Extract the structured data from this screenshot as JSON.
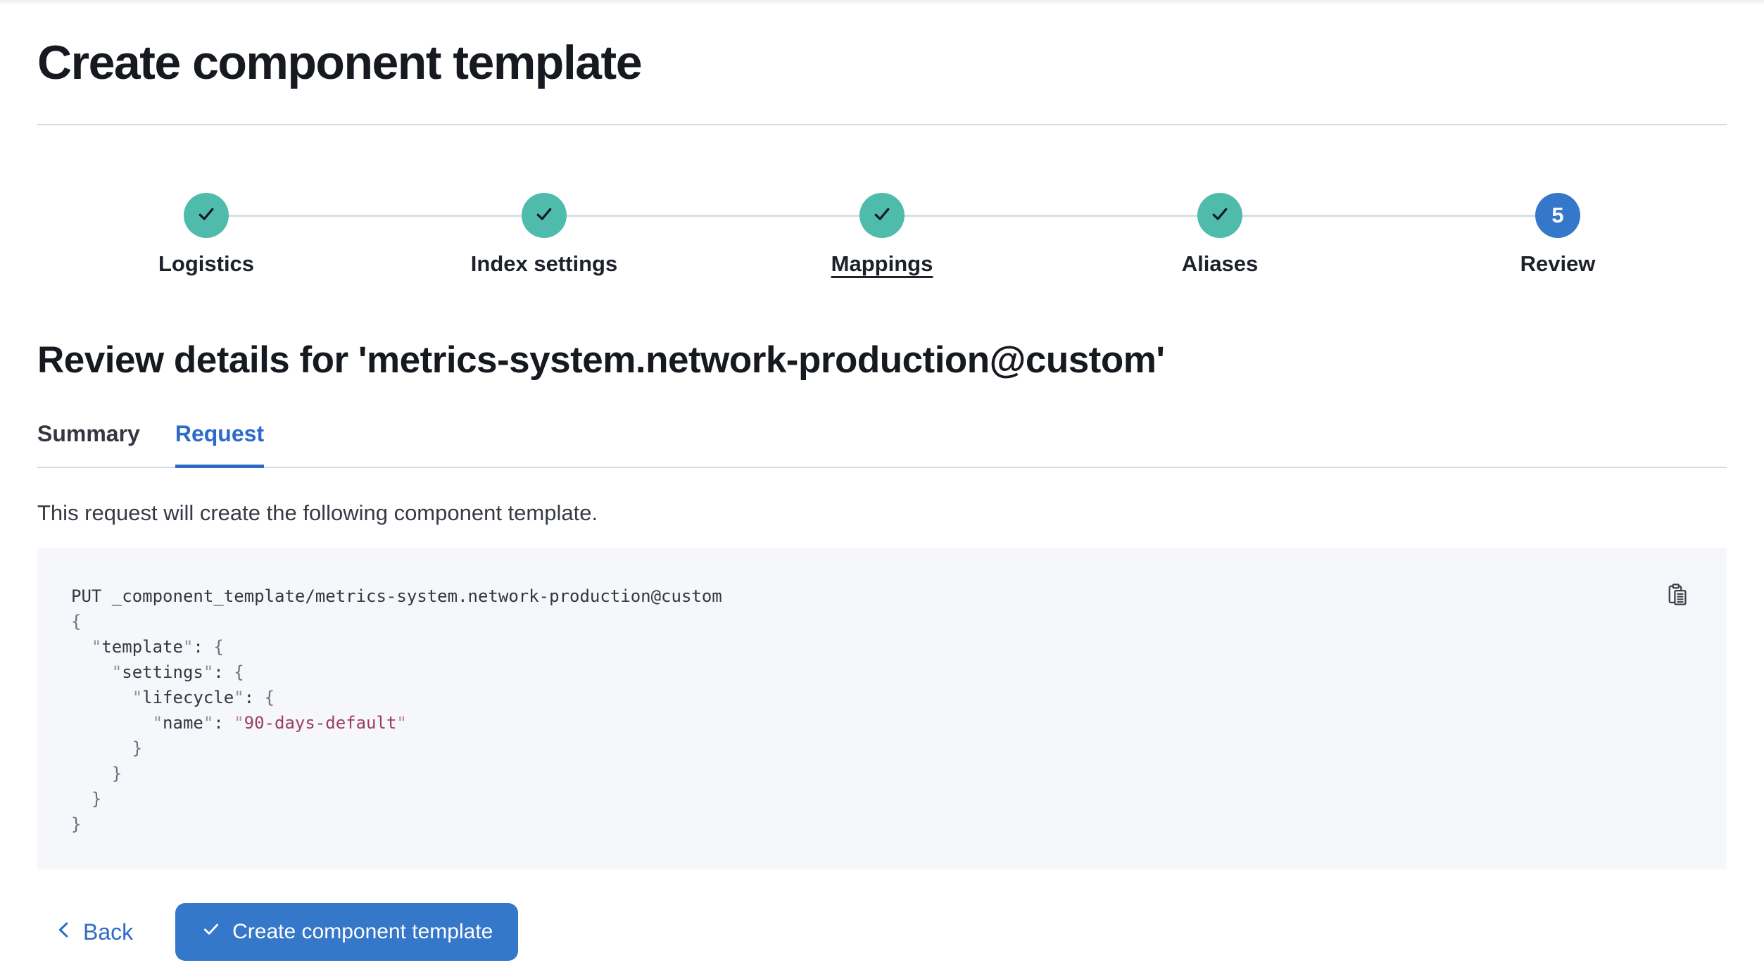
{
  "page": {
    "title": "Create component template"
  },
  "stepper": {
    "steps": [
      {
        "label": "Logistics",
        "status": "complete",
        "icon": "check-icon"
      },
      {
        "label": "Index settings",
        "status": "complete",
        "icon": "check-icon"
      },
      {
        "label": "Mappings",
        "status": "complete",
        "icon": "check-icon",
        "underlined": true
      },
      {
        "label": "Aliases",
        "status": "complete",
        "icon": "check-icon"
      },
      {
        "label": "Review",
        "status": "current",
        "number": "5"
      }
    ]
  },
  "review": {
    "heading": "Review details for 'metrics-system.network-production@custom'",
    "tabs": [
      {
        "label": "Summary",
        "active": false
      },
      {
        "label": "Request",
        "active": true
      }
    ],
    "description": "This request will create the following component template."
  },
  "code_block": {
    "copy_icon": "copy-clipboard-icon",
    "lines": [
      [
        {
          "t": "PUT _component_template/metrics-system.network-production@custom",
          "c": "k"
        }
      ],
      [
        {
          "t": "{",
          "c": "p"
        }
      ],
      [
        {
          "t": "  ",
          "c": "k"
        },
        {
          "t": "\"",
          "c": "q"
        },
        {
          "t": "template",
          "c": "k"
        },
        {
          "t": "\"",
          "c": "q"
        },
        {
          "t": ": ",
          "c": "k"
        },
        {
          "t": "{",
          "c": "p"
        }
      ],
      [
        {
          "t": "    ",
          "c": "k"
        },
        {
          "t": "\"",
          "c": "q"
        },
        {
          "t": "settings",
          "c": "k"
        },
        {
          "t": "\"",
          "c": "q"
        },
        {
          "t": ": ",
          "c": "k"
        },
        {
          "t": "{",
          "c": "p"
        }
      ],
      [
        {
          "t": "      ",
          "c": "k"
        },
        {
          "t": "\"",
          "c": "q"
        },
        {
          "t": "lifecycle",
          "c": "k"
        },
        {
          "t": "\"",
          "c": "q"
        },
        {
          "t": ": ",
          "c": "k"
        },
        {
          "t": "{",
          "c": "p"
        }
      ],
      [
        {
          "t": "        ",
          "c": "k"
        },
        {
          "t": "\"",
          "c": "q"
        },
        {
          "t": "name",
          "c": "k"
        },
        {
          "t": "\"",
          "c": "q"
        },
        {
          "t": ": ",
          "c": "k"
        },
        {
          "t": "\"",
          "c": "sq"
        },
        {
          "t": "90-days-default",
          "c": "s"
        },
        {
          "t": "\"",
          "c": "sq"
        }
      ],
      [
        {
          "t": "      ",
          "c": "k"
        },
        {
          "t": "}",
          "c": "p"
        }
      ],
      [
        {
          "t": "    ",
          "c": "k"
        },
        {
          "t": "}",
          "c": "p"
        }
      ],
      [
        {
          "t": "  ",
          "c": "k"
        },
        {
          "t": "}",
          "c": "p"
        }
      ],
      [
        {
          "t": "}",
          "c": "p"
        }
      ]
    ]
  },
  "footer": {
    "back_label": "Back",
    "back_icon": "chevron-left-icon",
    "create_label": "Create component template",
    "create_icon": "check-icon"
  },
  "colors": {
    "primary_button_blue": "#3577c9",
    "link_blue": "#2e6bc8",
    "active_tab_blue": "#2e6bc8",
    "step_complete_teal": "#4fbcab",
    "code_background": "#f5f7fa",
    "code_string_rose": "#9e3e5d",
    "divider_gray": "#d4dae5"
  }
}
